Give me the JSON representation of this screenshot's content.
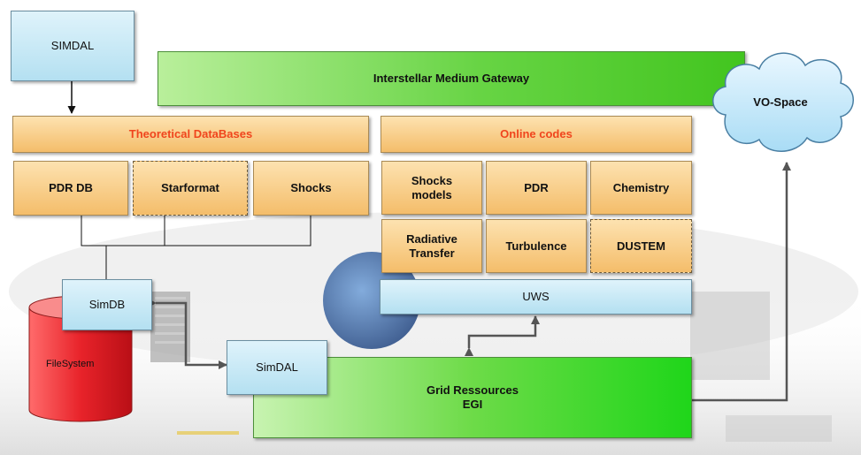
{
  "nodes": {
    "simdal_top": "SIMDAL",
    "ism_gateway": "Interstellar Medium Gateway",
    "vo_space": "VO-Space",
    "theoretical_db": "Theoretical DataBases",
    "online_codes": "Online codes",
    "pdr_db": "PDR DB",
    "starformat": "Starformat",
    "shocks": "Shocks",
    "shocks_models": "Shocks models",
    "pdr": "PDR",
    "chemistry": "Chemistry",
    "radiative_transfer": "Radiative Transfer",
    "turbulence": "Turbulence",
    "dustem": "DUSTEM",
    "uws": "UWS",
    "simdb": "SimDB",
    "filesystem": "FileSystem",
    "simdal_bottom": "SimDAL",
    "grid_line1": "Grid Ressources",
    "grid_line2": "EGI"
  },
  "colors": {
    "orange": "#f4bd6a",
    "blue": "#b4e0f1",
    "green": "#42c51f",
    "red_title": "#f0451d",
    "cylinder_red": "#e8232a"
  }
}
